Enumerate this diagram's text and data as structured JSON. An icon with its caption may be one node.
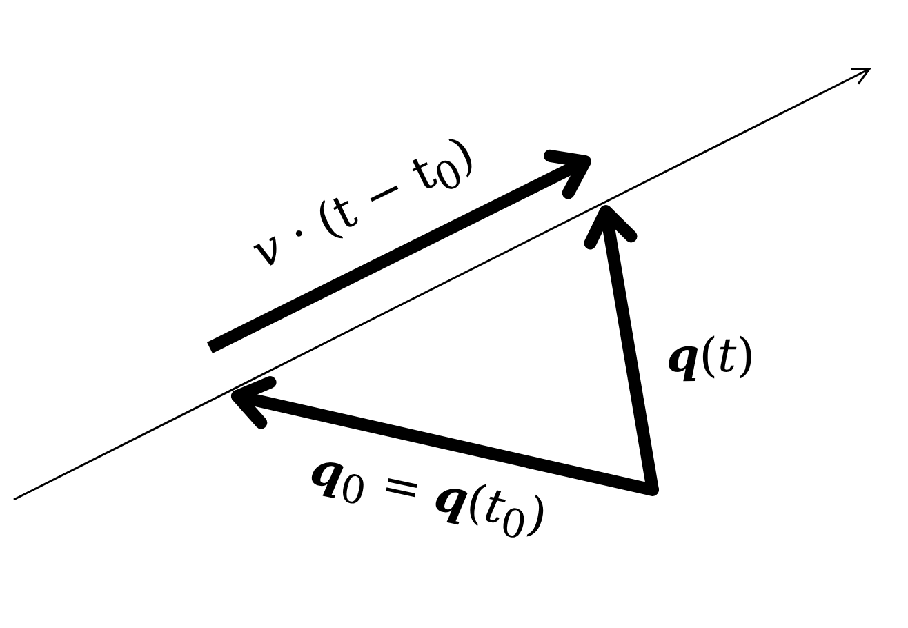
{
  "diagram": {
    "labels": [
      "*v* · (t − t$_{0}$)",
      "**q**(*t*)",
      "**q**$_{0}$ = **q**(*t*$_{0}$)"
    ]
  }
}
